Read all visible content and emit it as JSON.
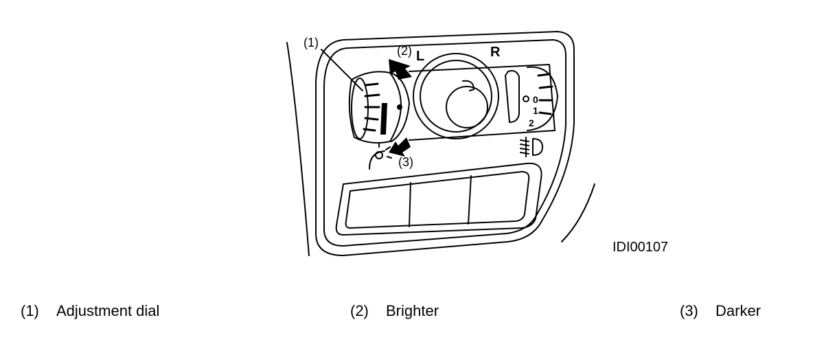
{
  "figure": {
    "figure_id": "IDI00107",
    "callouts": [
      "(1)",
      "(2)",
      "(3)"
    ],
    "marks": {
      "left": "L",
      "right": "R",
      "dial_zero": "0",
      "dial_one": "1",
      "dial_two": "2"
    },
    "icons": [
      "adjustment-dial-icon",
      "arrow-up-icon",
      "arrow-down-icon",
      "instrument-illumination-icon",
      "headlight-leveling-icon"
    ]
  },
  "legend": [
    {
      "num": "(1)",
      "label": "Adjustment dial"
    },
    {
      "num": "(2)",
      "label": "Brighter"
    },
    {
      "num": "(3)",
      "label": "Darker"
    }
  ]
}
